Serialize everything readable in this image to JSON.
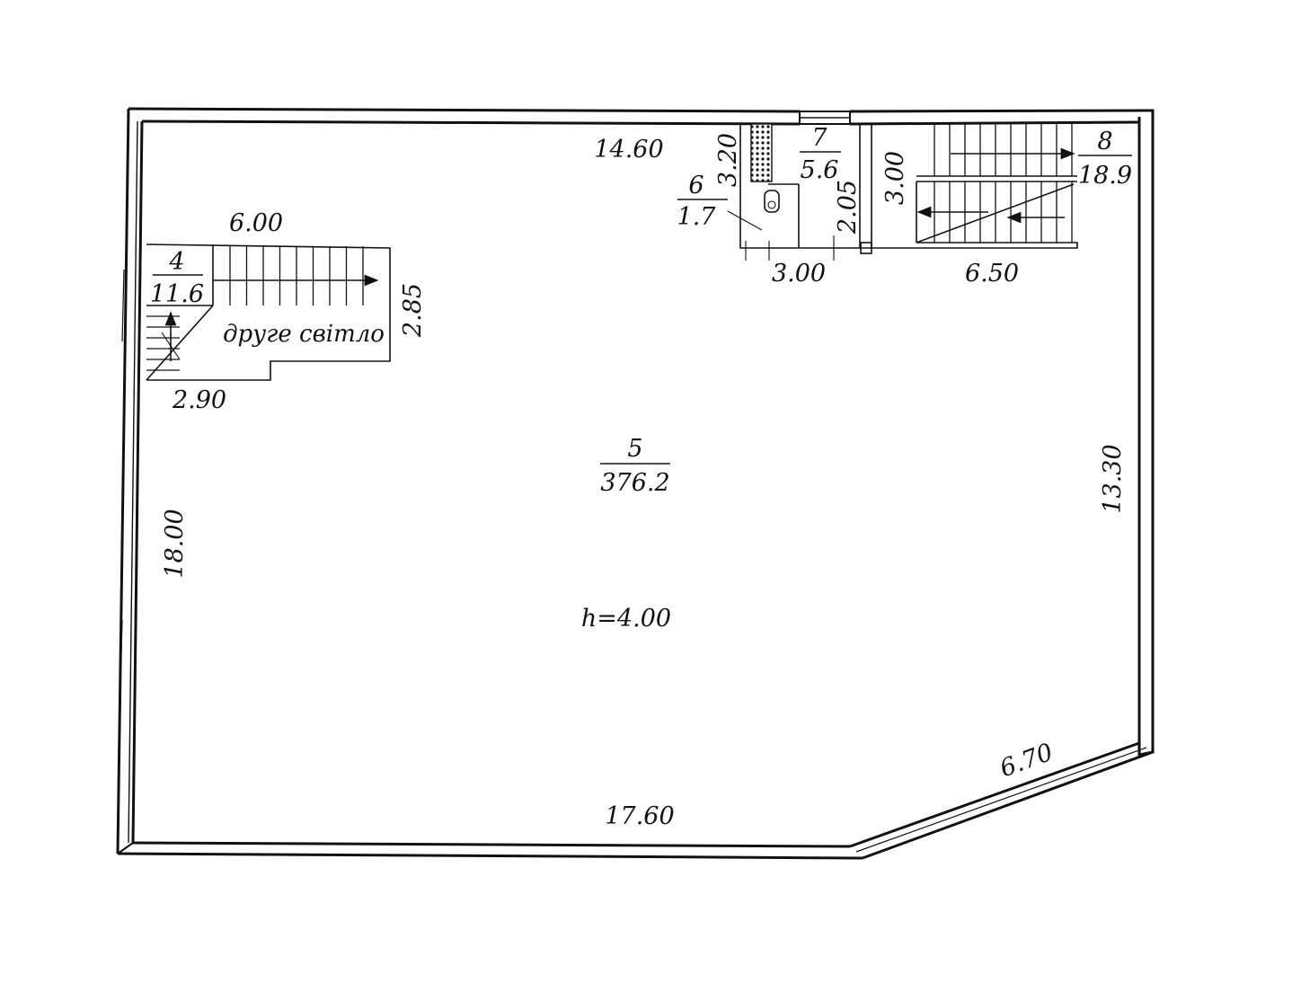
{
  "rooms": {
    "r4": {
      "number": "4",
      "area": "11.6"
    },
    "r5": {
      "number": "5",
      "area": "376.2"
    },
    "r6": {
      "number": "6",
      "area": "1.7"
    },
    "r7": {
      "number": "7",
      "area": "5.6"
    },
    "r8": {
      "number": "8",
      "area": "18.9"
    }
  },
  "dimensions": {
    "top_length": "14.60",
    "stair4_top": "6.00",
    "stair4_height": "2.85",
    "stair4_bottom": "2.90",
    "wc_height": "3.20",
    "room7_height": "2.05",
    "room8_height": "3.00",
    "wc_bottom": "3.00",
    "room8_bottom": "6.50",
    "left_length": "18.00",
    "right_length": "13.30",
    "bottom_length": "17.60",
    "diagonal_length": "6.70"
  },
  "notes": {
    "second_light": "друге світло",
    "ceiling_height": "h=4.00"
  }
}
